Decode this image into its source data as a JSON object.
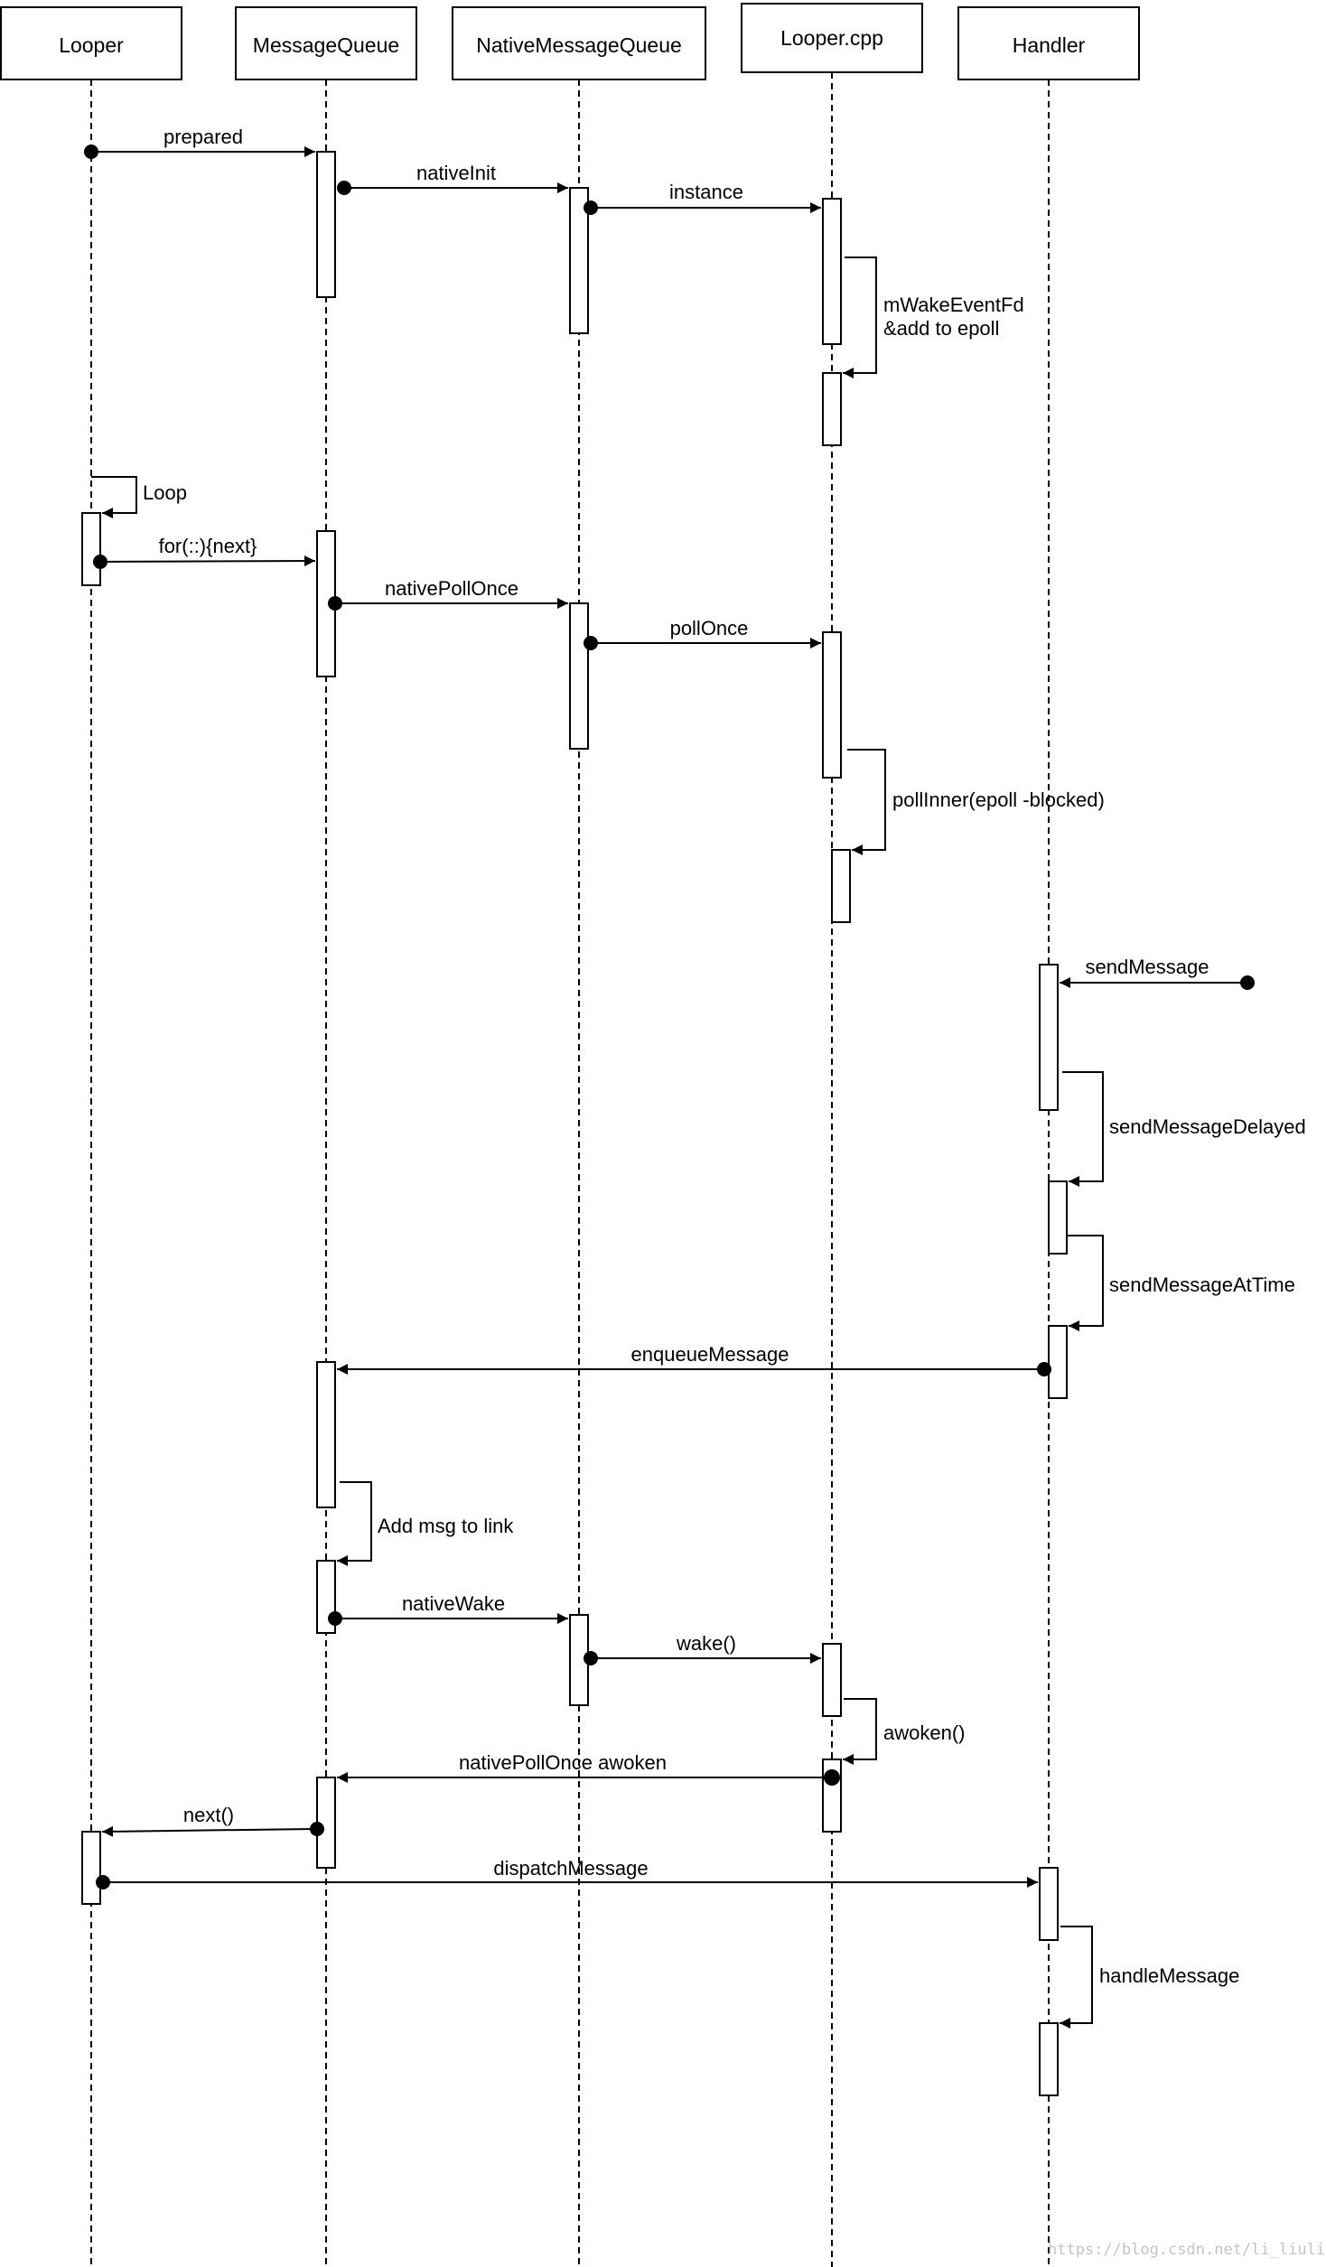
{
  "participants": [
    {
      "id": "looper",
      "label": "Looper"
    },
    {
      "id": "mq",
      "label": "MessageQueue"
    },
    {
      "id": "nmq",
      "label": "NativeMessageQueue"
    },
    {
      "id": "lcpp",
      "label": "Looper.cpp"
    },
    {
      "id": "handler",
      "label": "Handler"
    }
  ],
  "messages": [
    {
      "label": "prepared"
    },
    {
      "label": "nativeInit"
    },
    {
      "label": "instance"
    },
    {
      "label": "mWakeEventFd\n&add to epoll"
    },
    {
      "label": "Loop"
    },
    {
      "label": "for(::){next}"
    },
    {
      "label": "nativePollOnce"
    },
    {
      "label": "pollOnce"
    },
    {
      "label": "pollInner(epoll -blocked)"
    },
    {
      "label": "sendMessage"
    },
    {
      "label": "sendMessageDelayed"
    },
    {
      "label": "sendMessageAtTime"
    },
    {
      "label": "enqueueMessage"
    },
    {
      "label": "Add msg to link"
    },
    {
      "label": "nativeWake"
    },
    {
      "label": "wake()"
    },
    {
      "label": "awoken()"
    },
    {
      "label": "nativePollOnce awoken"
    },
    {
      "label": "next()"
    },
    {
      "label": "dispatchMessage"
    },
    {
      "label": "handleMessage"
    }
  ],
  "watermark": "https://blog.csdn.net/li_liuliu",
  "colors": {
    "line": "#000000",
    "background": "#ffffff",
    "watermark": "#c4c4c4"
  }
}
